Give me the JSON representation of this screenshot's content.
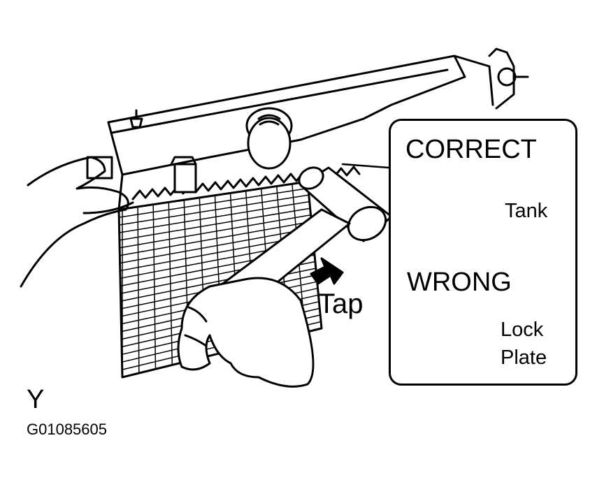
{
  "labels": {
    "correct": "CORRECT",
    "wrong": "WRONG",
    "tank": "Tank",
    "lock_line1": "Lock",
    "lock_line2": "Plate",
    "tap": "Tap",
    "view_letter": "Y",
    "figure_code": "G01085605"
  },
  "colors": {
    "ink": "#000000",
    "paper": "#ffffff"
  }
}
